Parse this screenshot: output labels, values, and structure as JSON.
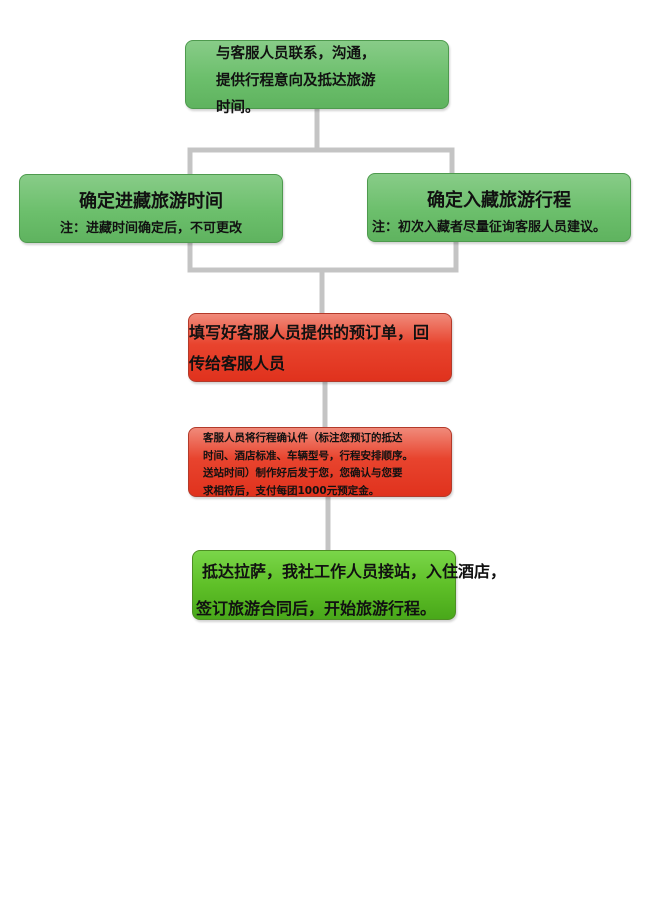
{
  "steps": {
    "contact": {
      "line1": "与客服人员联系，沟通，",
      "line2": "提供行程意向及抵达旅游",
      "line3": "时间。"
    },
    "confirm_time": {
      "title": "确定进藏旅游时间",
      "note": "注：进藏时间确定后，不可更改"
    },
    "confirm_itinerary": {
      "title": "确定入藏旅游行程",
      "note": "注：初次入藏者尽量征询客服人员建议。"
    },
    "fill_order": {
      "line1": "填写好客服人员提供的预订单，回",
      "line2": "传给客服人员"
    },
    "confirmation": {
      "line1": "客服人员将行程确认件（标注您预订的抵达",
      "line2": "时间、酒店标准、车辆型号，行程安排顺序。",
      "line3": "送站时间）制作好后发于您，您确认与您要",
      "line4": "求相符后，支付每团1000元预定金。"
    },
    "arrival": {
      "line1": "抵达拉萨，我社工作人员接站，入住酒店，",
      "line2": "签订旅游合同后，开始旅游行程。"
    }
  },
  "colors": {
    "green": "#6cbf6c",
    "red": "#e8442e",
    "lime": "#5fc028",
    "connector": "#c4c4c4"
  }
}
